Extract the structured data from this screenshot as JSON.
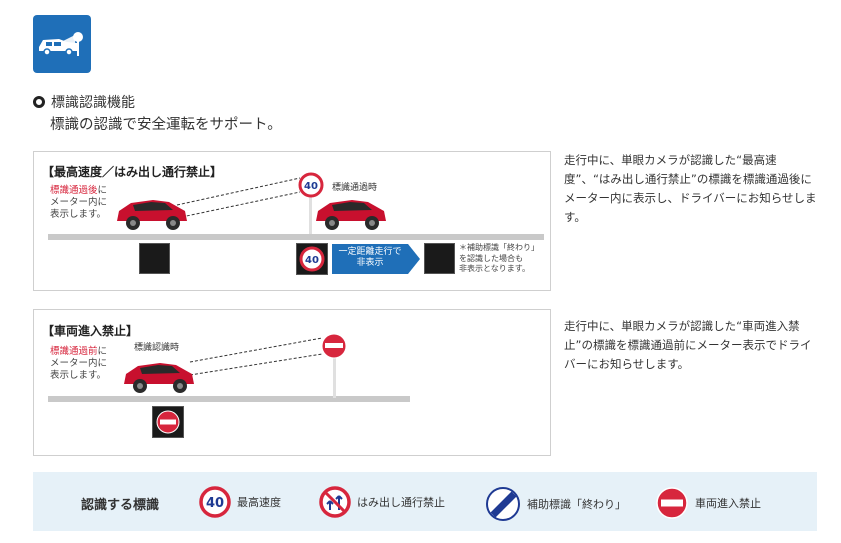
{
  "feature": {
    "title": "標識認識機能",
    "subtitle": "標識の認識で安全運転をサポート。"
  },
  "panel1": {
    "title": "【最高速度／はみ出し通行禁止】",
    "note_highlight": "標識通過後",
    "note_line1_rest": "に",
    "note_line2": "メーター内に",
    "note_line3": "表示します。",
    "passing_label": "標識通過時",
    "speed_sign": "40",
    "meter_sign": "40",
    "arrow_line1": "一定距離走行で",
    "arrow_line2": "非表示",
    "aux_line1": "＊補助標識「終わり」",
    "aux_line2": "を認識した場合も",
    "aux_line3": "非表示となります。",
    "description": "走行中に、単眼カメラが認識した“最高速度”、“はみ出し通行禁止”の標識を標識通過後にメーター内に表示し、ドライバーにお知らせします。"
  },
  "panel2": {
    "title": "【車両進入禁止】",
    "note_highlight": "標識通過前",
    "note_line1_rest": "に",
    "note_line2": "メーター内に",
    "note_line3": "表示します。",
    "recognition_label": "標識認識時",
    "description": "走行中に、単眼カメラが認識した“車両進入禁止”の標識を標識通過前にメーター表示でドライバーにお知らせします。"
  },
  "legend": {
    "title": "認識する標識",
    "items": [
      {
        "label": "最高速度",
        "icon": "speed-limit-40-sign",
        "sign_text": "40"
      },
      {
        "label": "はみ出し通行禁止",
        "icon": "no-overtaking-sign"
      },
      {
        "label": "補助標識「終わり」",
        "icon": "end-of-restriction-sign"
      },
      {
        "label": "車両進入禁止",
        "icon": "no-entry-sign"
      }
    ]
  },
  "colors": {
    "brand_blue": "#1f6fb8",
    "sign_red": "#d7263d",
    "car_red": "#c8102e",
    "legend_bg": "#e6f1f8",
    "meter_black": "#1a1a1a"
  }
}
